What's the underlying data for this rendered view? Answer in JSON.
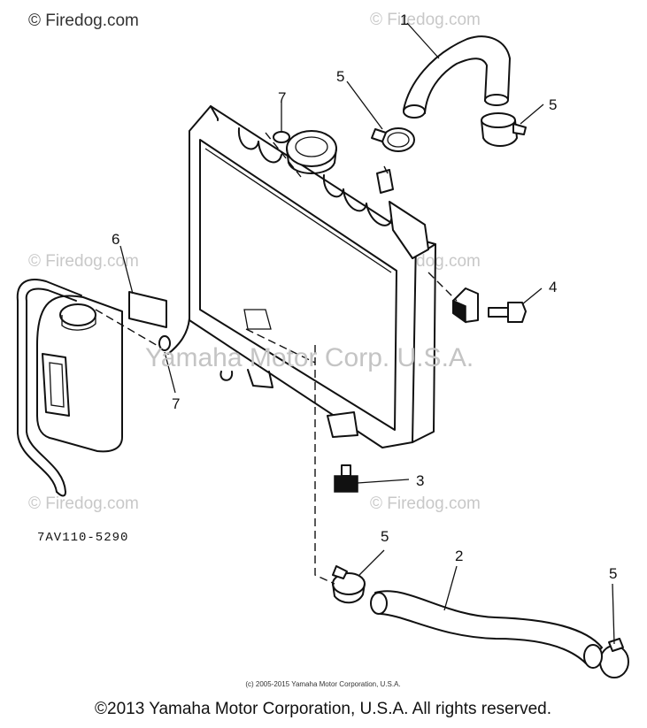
{
  "watermarks": {
    "top_left": "© Firedog.com",
    "repeat": "© Firedog.com",
    "center": "Yamaha Motor Corp. U.S.A."
  },
  "callouts": {
    "hose_upper": "1",
    "hose_lower": "2",
    "bolt_drain": "3",
    "bolt_bracket": "4",
    "clamp_1": "5",
    "clamp_2": "5",
    "clamp_3": "5",
    "clamp_4": "5",
    "pad": "6",
    "clip_cap": "7",
    "clip_tank": "7"
  },
  "part_code": "7AV110-5290",
  "small_copyright": "(c) 2005-2015 Yamaha Motor Corporation, U.S.A.",
  "footer_copyright": "©2013 Yamaha Motor Corporation, U.S.A. All rights reserved."
}
